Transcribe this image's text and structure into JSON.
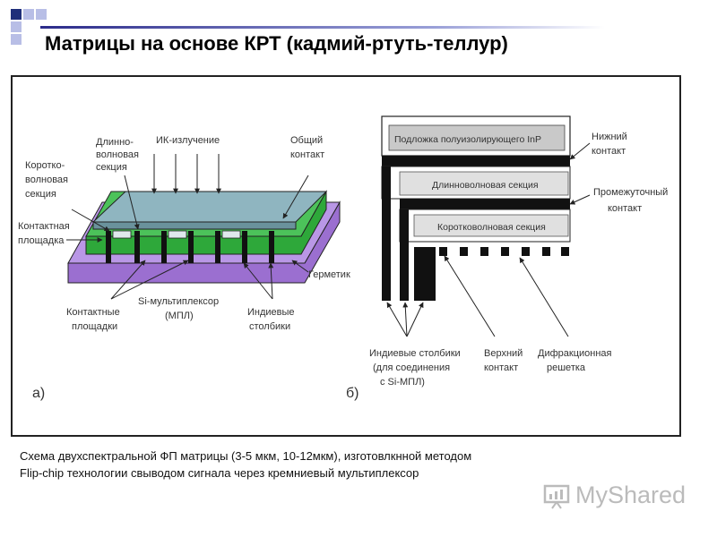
{
  "slide": {
    "title": "Матрицы на основе КРТ (кадмий-ртуть-теллур)",
    "caption_line1": "Схема двухспектральной ФП матрицы (3-5 мкм, 10-12мкм), изготовлкнной методом",
    "caption_line2": "Flip-chip технологии свыводом сигнала через кремниевый мультиплексор"
  },
  "figure_a": {
    "panel_label": "а)",
    "ir_label": "ИК-излучение",
    "long_wave": [
      "Длинно-",
      "волновая",
      "секция"
    ],
    "short_wave": [
      "Коротко-",
      "волновая",
      "секция"
    ],
    "common_contact": [
      "Общий",
      "контакт"
    ],
    "contact_pad": [
      "Контактная",
      "площадка"
    ],
    "sealant": "Герметик",
    "multiplexer": [
      "Si-мультиплексор",
      "(МПЛ)"
    ],
    "contact_pads": [
      "Контактные",
      "площадки"
    ],
    "indium_bumps": [
      "Индиевые",
      "столбики"
    ]
  },
  "figure_b": {
    "panel_label": "б)",
    "substrate": "Подложка полуизолирующего InP",
    "long_section": "Длинноволновая секция",
    "short_section": "Коротковолновая секция",
    "bottom_contact": [
      "Нижний",
      "контакт"
    ],
    "intermediate_contact": [
      "Промежуточный",
      "контакт"
    ],
    "indium_columns": [
      "Индиевые столбики",
      "(для соединения",
      "с Si-МПЛ)"
    ],
    "top_contact": [
      "Верхний",
      "контакт"
    ],
    "grating": [
      "Дифракционная",
      "решетка"
    ]
  },
  "watermark": {
    "text": "MyShared"
  },
  "colors": {
    "title_rule": "#2b2b8a",
    "green_layer": "#2ea83a",
    "purple_base": "#9b6fd0",
    "top_plate": "#8fb5c0",
    "watermark": "#bbbbbb"
  }
}
